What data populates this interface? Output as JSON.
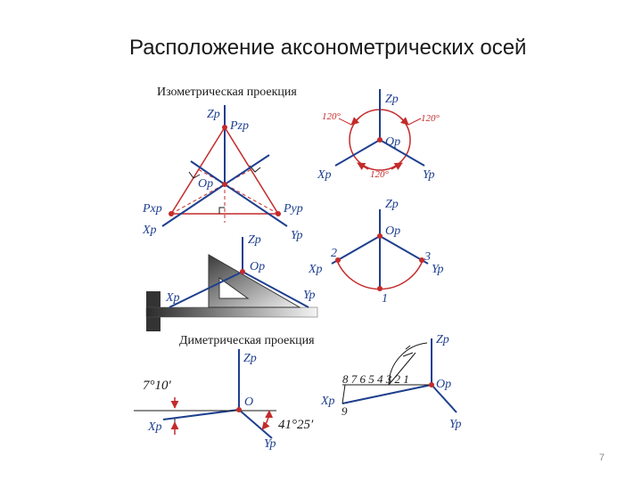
{
  "slide": {
    "title": "Расположение аксонометрических осей",
    "page_number": "7"
  },
  "isometric": {
    "title": "Изометрическая проекция",
    "labels": {
      "zp": "Zp",
      "pzp": "Pzp",
      "op": "Op",
      "pxp": "Pxp",
      "pyp": "Pyp",
      "xp": "Xp",
      "yp": "Yp"
    }
  },
  "circle_120": {
    "labels": {
      "zp": "Zp",
      "op": "Op",
      "xp": "Xp",
      "yp": "Yp"
    },
    "angles": [
      "120°",
      "120°",
      "120°"
    ]
  },
  "circle_123": {
    "labels": {
      "zp": "Zp",
      "op": "Op",
      "xp": "Xp",
      "yp": "Yp"
    },
    "marks": [
      "2",
      "3",
      "1"
    ]
  },
  "triangle_ruler": {
    "labels": {
      "zp": "Zp",
      "op": "Op",
      "xp": "Xp",
      "yp": "Yp"
    }
  },
  "dimetric": {
    "title": "Диметрическая проекция",
    "labels": {
      "zp": "Zp",
      "o": "O",
      "xp": "Xp",
      "yp": "Yp"
    },
    "angles": {
      "x_axis": "7°10′",
      "y_axis": "41°25′"
    }
  },
  "dimetric_scale": {
    "labels": {
      "zp": "Zp",
      "op": "Op",
      "xp": "Xp",
      "yp": "Yp"
    },
    "scale_text": "8 7 6 5 4 3 2 1",
    "scale_end": "9"
  },
  "colors": {
    "blue": "#1f3f8f",
    "red": "#c42b2b",
    "black": "#1a1a1a"
  }
}
